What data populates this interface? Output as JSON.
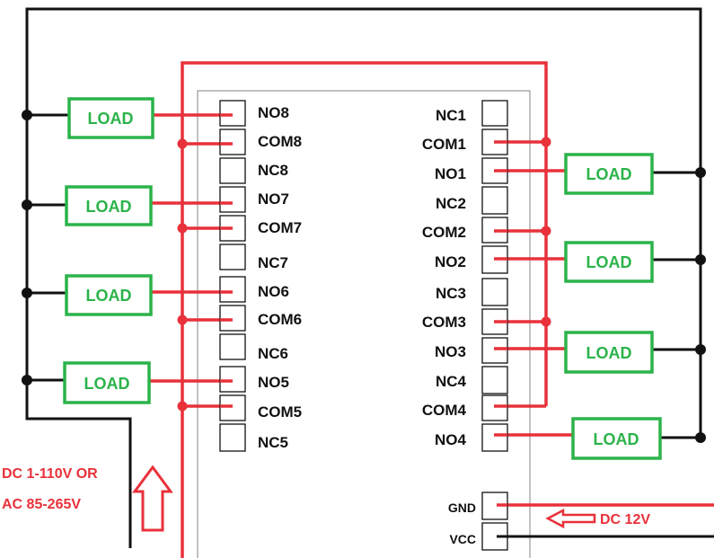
{
  "colors": {
    "line_hot": "#e8313a",
    "line_neutral": "#111111",
    "load": "#2bb34a",
    "board": "#9a9a9a"
  },
  "load_label": "LOAD",
  "left_terminals": [
    "NO8",
    "COM8",
    "NC8",
    "NO7",
    "COM7",
    "NC7",
    "NO6",
    "COM6",
    "NC6",
    "NO5",
    "COM5",
    "NC5"
  ],
  "right_terminals": [
    "NC1",
    "COM1",
    "NO1",
    "NC2",
    "COM2",
    "NO2",
    "NC3",
    "COM3",
    "NO3",
    "NC4",
    "COM4",
    "NO4"
  ],
  "power_terminals": [
    "GND",
    "VCC"
  ],
  "ac_supply": {
    "line1": "DC 1-110V OR",
    "line2": "AC 85-265V"
  },
  "dc_supply": {
    "label": "DC 12V"
  }
}
